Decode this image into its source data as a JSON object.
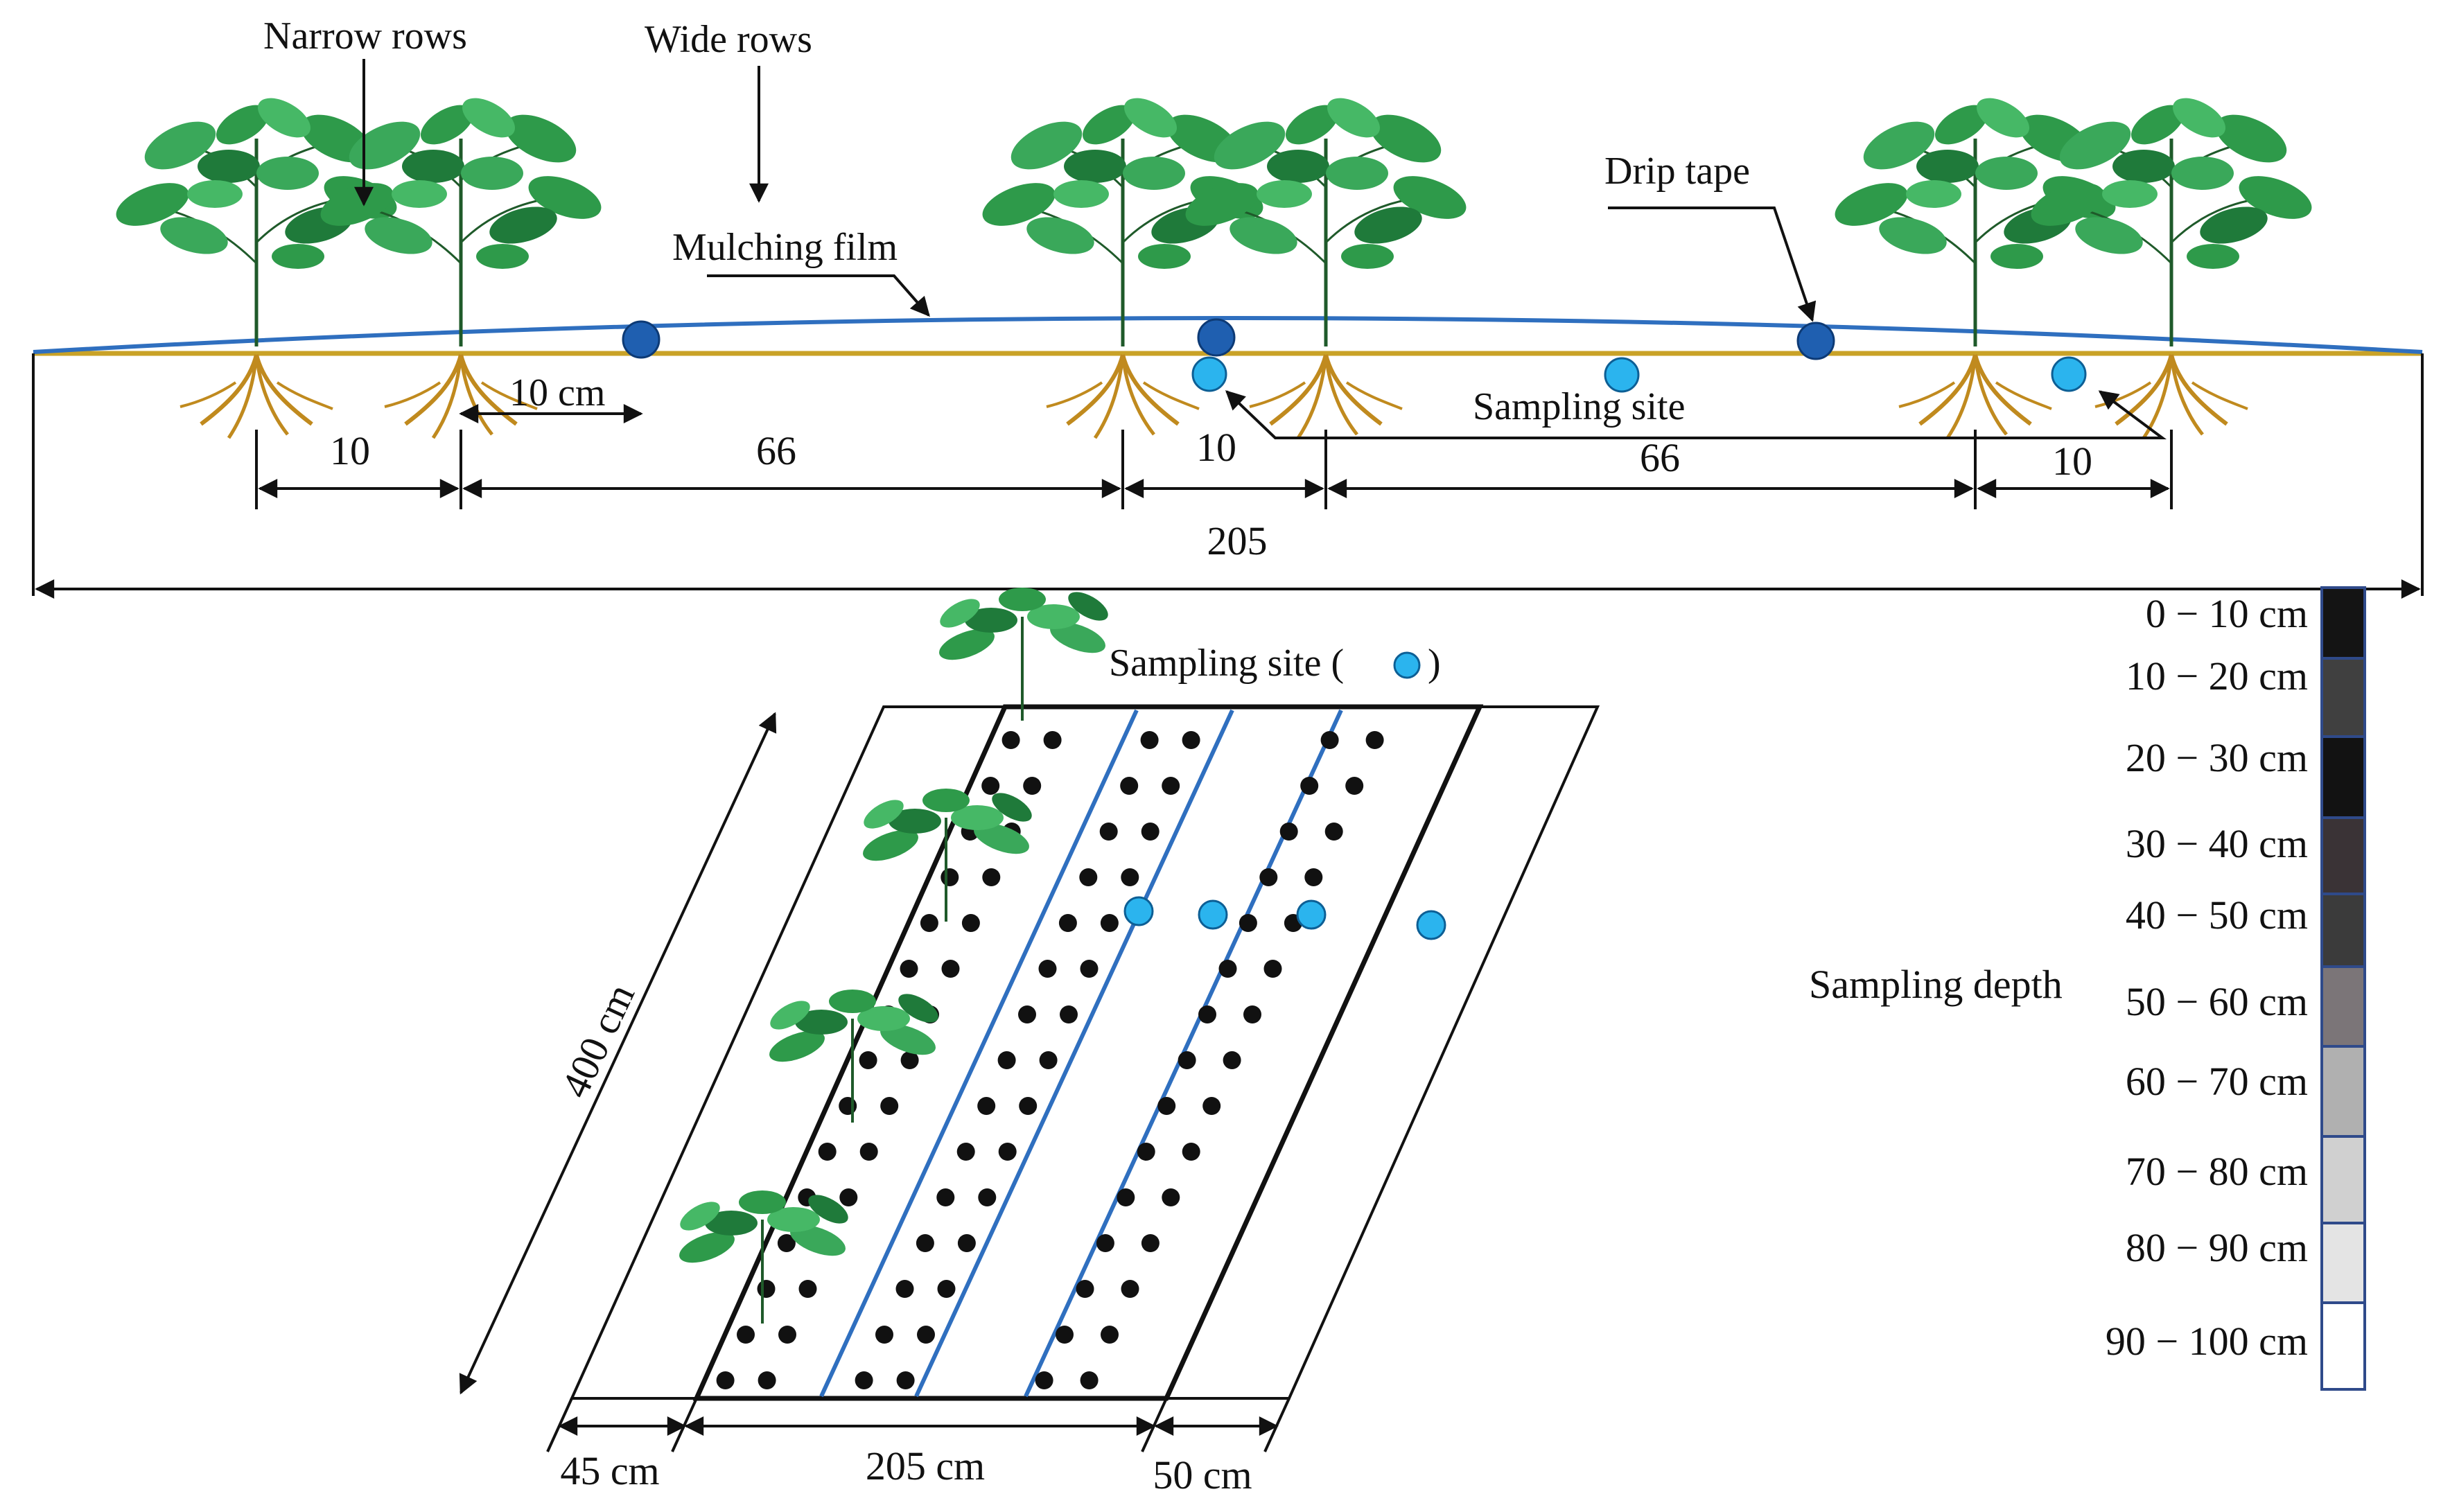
{
  "cross_section": {
    "labels": {
      "narrow_rows": "Narrow rows",
      "wide_rows": "Wide rows",
      "mulching_film": "Mulching film",
      "drip_tape": "Drip tape",
      "sampling_site": "Sampling site",
      "offset": "10 cm"
    },
    "dimensions": {
      "narrow_1": "10",
      "wide_1": "66",
      "narrow_2": "10",
      "wide_2": "66",
      "narrow_3": "10",
      "total": "205"
    }
  },
  "plot_view": {
    "sampling_site_legend": "Sampling site (",
    "sampling_site_legend_close": ")",
    "length": "400 cm",
    "width_left": "45 cm",
    "width_main": "205 cm",
    "width_right": "50 cm"
  },
  "depth_legend": {
    "title": "Sampling depth",
    "levels": [
      {
        "label": "0 − 10 cm",
        "color": "#141414"
      },
      {
        "label": "10 − 20 cm",
        "color": "#404040"
      },
      {
        "label": "20 − 30 cm",
        "color": "#121212"
      },
      {
        "label": "30 − 40 cm",
        "color": "#3a3336"
      },
      {
        "label": "40 − 50 cm",
        "color": "#3b3b3b"
      },
      {
        "label": "50 − 60 cm",
        "color": "#7b7578"
      },
      {
        "label": "60 − 70 cm",
        "color": "#b0b0b0"
      },
      {
        "label": "70 − 80 cm",
        "color": "#d0d0d0"
      },
      {
        "label": "80 − 90 cm",
        "color": "#e4e4e4"
      },
      {
        "label": "90 − 100 cm",
        "color": "#ffffff"
      }
    ]
  },
  "colors": {
    "film": "#2f6fbf",
    "soil": "#c9a227",
    "drip": "#1f5fb0",
    "sample": "#2bb4ee",
    "root": "#c08a1e",
    "leaf": "#2e9a4a",
    "stem": "#1f5a2a",
    "outline": "#111111"
  }
}
